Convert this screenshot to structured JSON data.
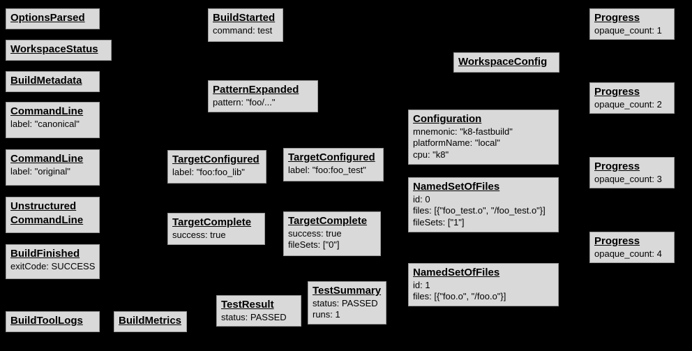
{
  "colors": {
    "background": "#000000",
    "box_fill": "#d9d9d9",
    "box_border": "#9a9a9a",
    "text": "#000000"
  },
  "boxes": {
    "options_parsed": {
      "title": "OptionsParsed",
      "lines": []
    },
    "workspace_status": {
      "title": "WorkspaceStatus",
      "lines": []
    },
    "build_metadata": {
      "title": "BuildMetadata",
      "lines": []
    },
    "command_line_canonical": {
      "title": "CommandLine",
      "lines": [
        "label: \"canonical\""
      ]
    },
    "command_line_original": {
      "title": "CommandLine",
      "lines": [
        "label: \"original\""
      ]
    },
    "unstructured_command_line": {
      "title": "Unstructured\nCommandLine",
      "lines": []
    },
    "build_finished": {
      "title": "BuildFinished",
      "lines": [
        "exitCode: SUCCESS"
      ]
    },
    "build_tool_logs": {
      "title": "BuildToolLogs",
      "lines": []
    },
    "build_metrics": {
      "title": "BuildMetrics",
      "lines": []
    },
    "build_started": {
      "title": "BuildStarted",
      "lines": [
        "command: test"
      ]
    },
    "pattern_expanded": {
      "title": "PatternExpanded",
      "lines": [
        "pattern: \"foo/...\""
      ]
    },
    "target_configured_lib": {
      "title": "TargetConfigured",
      "lines": [
        "label: \"foo:foo_lib\""
      ]
    },
    "target_complete_lib": {
      "title": "TargetComplete",
      "lines": [
        "success: true"
      ]
    },
    "test_result": {
      "title": "TestResult",
      "lines": [
        "status: PASSED"
      ]
    },
    "target_configured_test": {
      "title": "TargetConfigured",
      "lines": [
        "label: \"foo:foo_test\""
      ]
    },
    "target_complete_test": {
      "title": "TargetComplete",
      "lines": [
        "success: true",
        "fileSets: [\"0\"]"
      ]
    },
    "test_summary": {
      "title": "TestSummary",
      "lines": [
        "status: PASSED",
        "runs: 1"
      ]
    },
    "workspace_config": {
      "title": "WorkspaceConfig",
      "lines": []
    },
    "configuration": {
      "title": "Configuration",
      "lines": [
        "mnemonic: \"k8-fastbuild\"",
        "platformName: \"local\"",
        "cpu: \"k8\""
      ]
    },
    "named_set_of_files_0": {
      "title": "NamedSetOfFiles",
      "lines": [
        "id: 0",
        "files: [{\"foo_test.o\", \"/foo_test.o\"}]",
        "fileSets: [\"1\"]"
      ]
    },
    "named_set_of_files_1": {
      "title": "NamedSetOfFiles",
      "lines": [
        "id: 1",
        "files: [{\"foo.o\", \"/foo.o\"}]"
      ]
    },
    "progress_1": {
      "title": "Progress",
      "lines": [
        "opaque_count: 1"
      ]
    },
    "progress_2": {
      "title": "Progress",
      "lines": [
        "opaque_count: 2"
      ]
    },
    "progress_3": {
      "title": "Progress",
      "lines": [
        "opaque_count: 3"
      ]
    },
    "progress_4": {
      "title": "Progress",
      "lines": [
        "opaque_count: 4"
      ]
    }
  }
}
